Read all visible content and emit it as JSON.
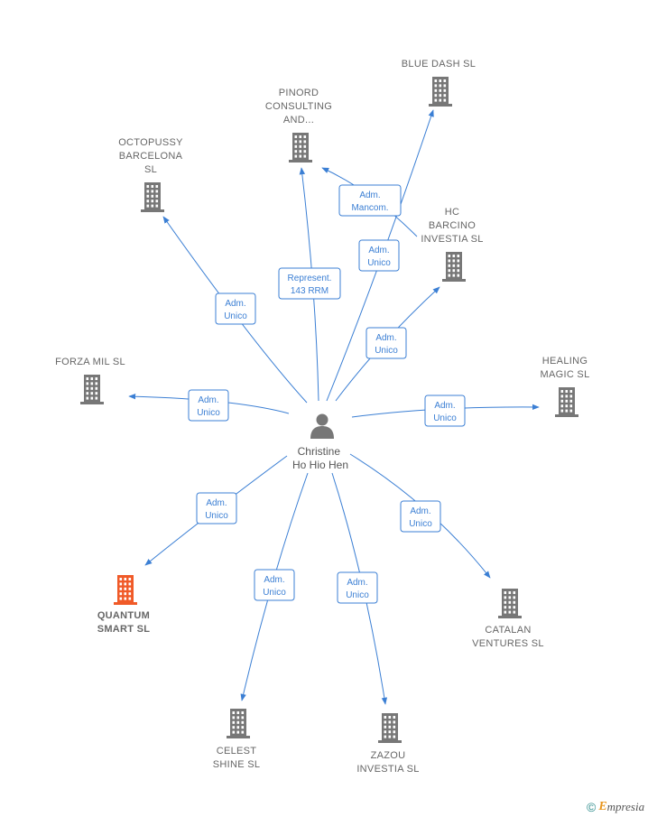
{
  "center": {
    "name_lines": [
      "Christine",
      "Ho Hio Hen"
    ]
  },
  "companies": [
    {
      "id": "blue-dash",
      "lines": [
        "BLUE DASH  SL"
      ],
      "highlight": false
    },
    {
      "id": "pinord",
      "lines": [
        "PINORD",
        "CONSULTING",
        "AND..."
      ],
      "highlight": false
    },
    {
      "id": "octopussy",
      "lines": [
        "OCTOPUSSY",
        "BARCELONA",
        "SL"
      ],
      "highlight": false
    },
    {
      "id": "hc-barcino",
      "lines": [
        "HC",
        "BARCINO",
        "INVESTIA  SL"
      ],
      "highlight": false
    },
    {
      "id": "forza-mil",
      "lines": [
        "FORZA MIL  SL"
      ],
      "highlight": false
    },
    {
      "id": "healing-magic",
      "lines": [
        "HEALING",
        "MAGIC  SL"
      ],
      "highlight": false
    },
    {
      "id": "quantum-smart",
      "lines": [
        "QUANTUM",
        "SMART  SL"
      ],
      "highlight": true
    },
    {
      "id": "catalan-ventures",
      "lines": [
        "CATALAN",
        "VENTURES  SL"
      ],
      "highlight": false
    },
    {
      "id": "celest-shine",
      "lines": [
        "CELEST",
        "SHINE  SL"
      ],
      "highlight": false
    },
    {
      "id": "zazou-investia",
      "lines": [
        "ZAZOU",
        "INVESTIA  SL"
      ],
      "highlight": false
    }
  ],
  "edges": [
    {
      "to": "blue-dash",
      "label": [
        "Adm.",
        "Unico"
      ]
    },
    {
      "to": "pinord",
      "label": [
        "Represent.",
        "143 RRM"
      ]
    },
    {
      "to": "octopussy",
      "label": [
        "Adm.",
        "Unico"
      ]
    },
    {
      "to": "hc-barcino",
      "label": [
        "Adm.",
        "Unico"
      ]
    },
    {
      "to": "forza-mil",
      "label": [
        "Adm.",
        "Unico"
      ]
    },
    {
      "to": "healing-magic",
      "label": [
        "Adm.",
        "Unico"
      ]
    },
    {
      "to": "quantum-smart",
      "label": [
        "Adm.",
        "Unico"
      ]
    },
    {
      "to": "catalan-ventures",
      "label": [
        "Adm.",
        "Unico"
      ]
    },
    {
      "to": "celest-shine",
      "label": [
        "Adm.",
        "Unico"
      ]
    },
    {
      "to": "zazou-investia",
      "label": [
        "Adm.",
        "Unico"
      ]
    },
    {
      "from": "hc-barcino",
      "to": "pinord",
      "label": [
        "Adm.",
        "Mancom."
      ]
    }
  ],
  "colors": {
    "edge": "#3b7fd4",
    "building": "#777777",
    "highlight_building": "#f05a28"
  },
  "brand": {
    "copyright": "©",
    "initial": "E",
    "rest": "mpresia"
  }
}
